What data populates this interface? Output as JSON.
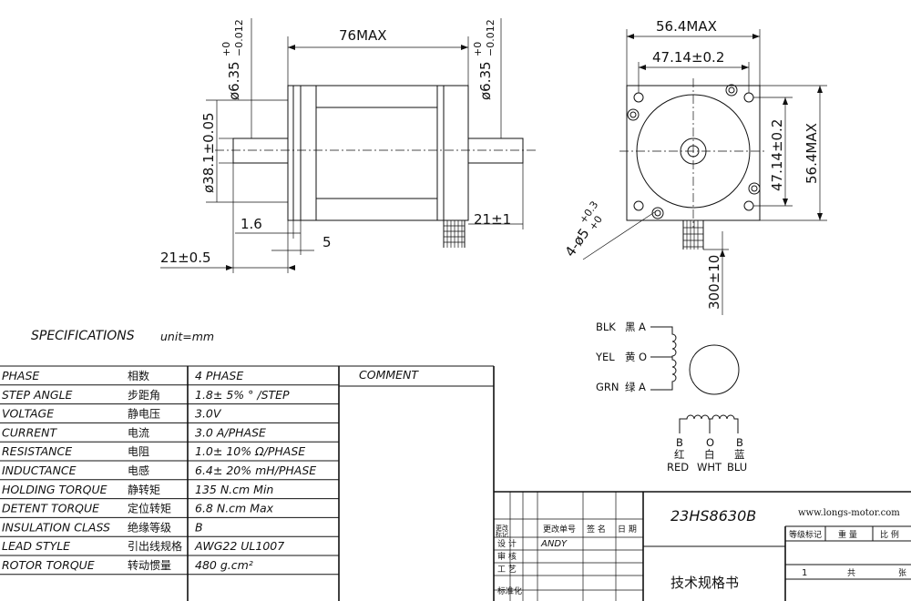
{
  "dimensions": {
    "length": "76MAX",
    "shaft_dia_left": "ø6.35",
    "shaft_dia_right": "ø6.35",
    "shaft_tol": [
      "+0",
      "−0.012"
    ],
    "boss_dia": "ø38.1±0.05",
    "boss_height": "1.6",
    "flange_thick": "5",
    "shaft_len_front": "21±0.5",
    "shaft_len_rear": "21±1",
    "face_width": "56.4MAX",
    "hole_spacing_h": "47.14±0.2",
    "hole_spacing_v": "47.14±0.2",
    "face_height": "56.4MAX",
    "mount_holes": "4-ø5",
    "mount_hole_tol": [
      "+0.3",
      "+0"
    ],
    "lead_length": "300±10"
  },
  "specs": {
    "title": "SPECIFICATIONS",
    "unit": "unit=mm",
    "comment_header": "COMMENT",
    "rows": [
      {
        "en": "PHASE",
        "cn": "相数",
        "value": "4  PHASE"
      },
      {
        "en": "STEP ANGLE",
        "cn": "步距角",
        "value": "1.8± 5% ° /STEP"
      },
      {
        "en": "VOLTAGE",
        "cn": "静电压",
        "value": "3.0V"
      },
      {
        "en": "CURRENT",
        "cn": "电流",
        "value": "3.0 A/PHASE"
      },
      {
        "en": "RESISTANCE",
        "cn": "电阻",
        "value": "1.0± 10%  Ω/PHASE"
      },
      {
        "en": "INDUCTANCE",
        "cn": "电感",
        "value": "6.4± 20% mH/PHASE"
      },
      {
        "en": "HOLDING TORQUE",
        "cn": "静转矩",
        "value": "135  N.cm Min"
      },
      {
        "en": "DETENT TORQUE",
        "cn": "定位转矩",
        "value": "6.8 N.cm Max"
      },
      {
        "en": "INSULATION CLASS",
        "cn": "绝缘等级",
        "value": "B"
      },
      {
        "en": "LEAD STYLE",
        "cn": "引出线规格",
        "value": "AWG22 UL1007"
      },
      {
        "en": "ROTOR TORQUE",
        "cn": "转动惯量",
        "value": "480 g.cm²"
      }
    ]
  },
  "wiring": {
    "phase_a": [
      {
        "color": "BLK",
        "cn": "黑",
        "terminal": "A"
      },
      {
        "color": "YEL",
        "cn": "黄",
        "terminal": "O"
      },
      {
        "color": "GRN",
        "cn": "绿",
        "terminal": "A"
      }
    ],
    "phase_b_terminals": [
      "B",
      "O",
      "B"
    ],
    "phase_b_cn": [
      "红",
      "白",
      "蓝"
    ],
    "phase_b_colors": [
      "RED",
      "WHT",
      "BLU"
    ]
  },
  "title_block": {
    "model": "23HS8630B",
    "url": "www.longs-motor.com",
    "doc_name": "技术规格书",
    "rev_mark": "更改\n标记",
    "change_no": "更改单号",
    "sign": "签  名",
    "date": "日  期",
    "design": "设  计",
    "review": "审  核",
    "process": "工  艺",
    "standard": "标准化",
    "designer": "ANDY",
    "grade_mark": "等级标记",
    "weight": "重  量",
    "ratio": "比  例",
    "sheet_count": "1",
    "total": "共",
    "sheet": "张"
  }
}
